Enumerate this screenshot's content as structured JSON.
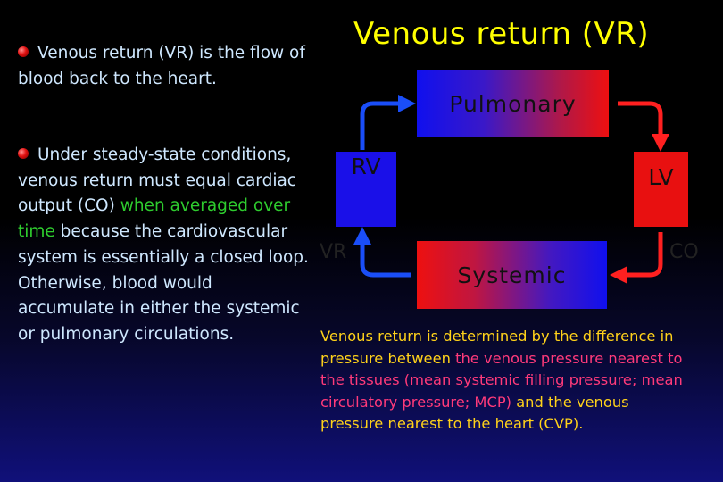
{
  "title": "Venous return (VR)",
  "left_text": {
    "point1": "Venous return (VR) is the flow of blood back to the heart.",
    "point2_a": "Under steady-state conditions, venous return must equal cardiac output (CO) ",
    "point2_b": "when averaged over time",
    "point2_c": " because the cardiovascular system is essentially a closed loop. Otherwise, blood would accumulate in either the systemic or pulmonary circulations."
  },
  "diagram": {
    "pulmonary": "Pulmonary",
    "systemic": "Systemic",
    "rv": "RV",
    "lv": "LV",
    "vr": "VR",
    "co": "CO"
  },
  "bottom_text": {
    "part1": "Venous return is determined by the difference in pressure between ",
    "part2": "the venous pressure nearest to the tissues (mean systemic filling pressure; mean circulatory pressure; MCP)",
    "part3": " and the venous pressure nearest to the heart (CVP)."
  },
  "colors": {
    "title": "#ffff00",
    "body_text": "#cfe8ff",
    "highlight_green": "#2ecc2e",
    "bottom_text": "#ffd21a",
    "highlight_pink": "#ff3a7a",
    "venous_blue": "#1a10e8",
    "arterial_red": "#e81010"
  }
}
